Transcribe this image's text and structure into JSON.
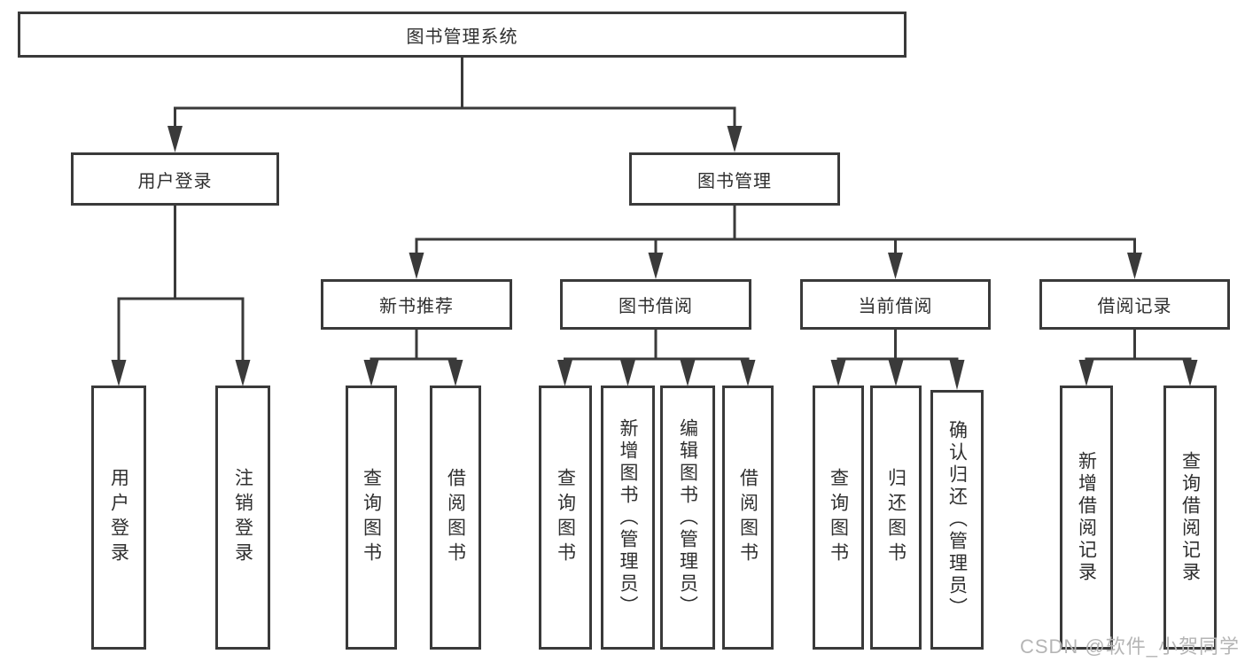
{
  "tree": {
    "label": "图书管理系统",
    "children": [
      {
        "label": "用户登录",
        "children": [
          {
            "label": "用户登录"
          },
          {
            "label": "注销登录"
          }
        ]
      },
      {
        "label": "图书管理",
        "children": [
          {
            "label": "新书推荐",
            "children": [
              {
                "label": "查询图书"
              },
              {
                "label": "借阅图书"
              }
            ]
          },
          {
            "label": "图书借阅",
            "children": [
              {
                "label": "查询图书"
              },
              {
                "label": "新增图书（管理员）"
              },
              {
                "label": "编辑图书（管理员）"
              },
              {
                "label": "借阅图书"
              }
            ]
          },
          {
            "label": "当前借阅",
            "children": [
              {
                "label": "查询图书"
              },
              {
                "label": "归还图书"
              },
              {
                "label": "确认归还（管理员）"
              }
            ]
          },
          {
            "label": "借阅记录",
            "children": [
              {
                "label": "新增借阅记录"
              },
              {
                "label": "查询借阅记录"
              }
            ]
          }
        ]
      }
    ]
  },
  "watermark": "CSDN @软件_小贺同学",
  "colors": {
    "line": "#3A3A3A",
    "text": "#2F2F2F",
    "watermark": "#B5B5B5",
    "background": "#FFFFFF"
  }
}
